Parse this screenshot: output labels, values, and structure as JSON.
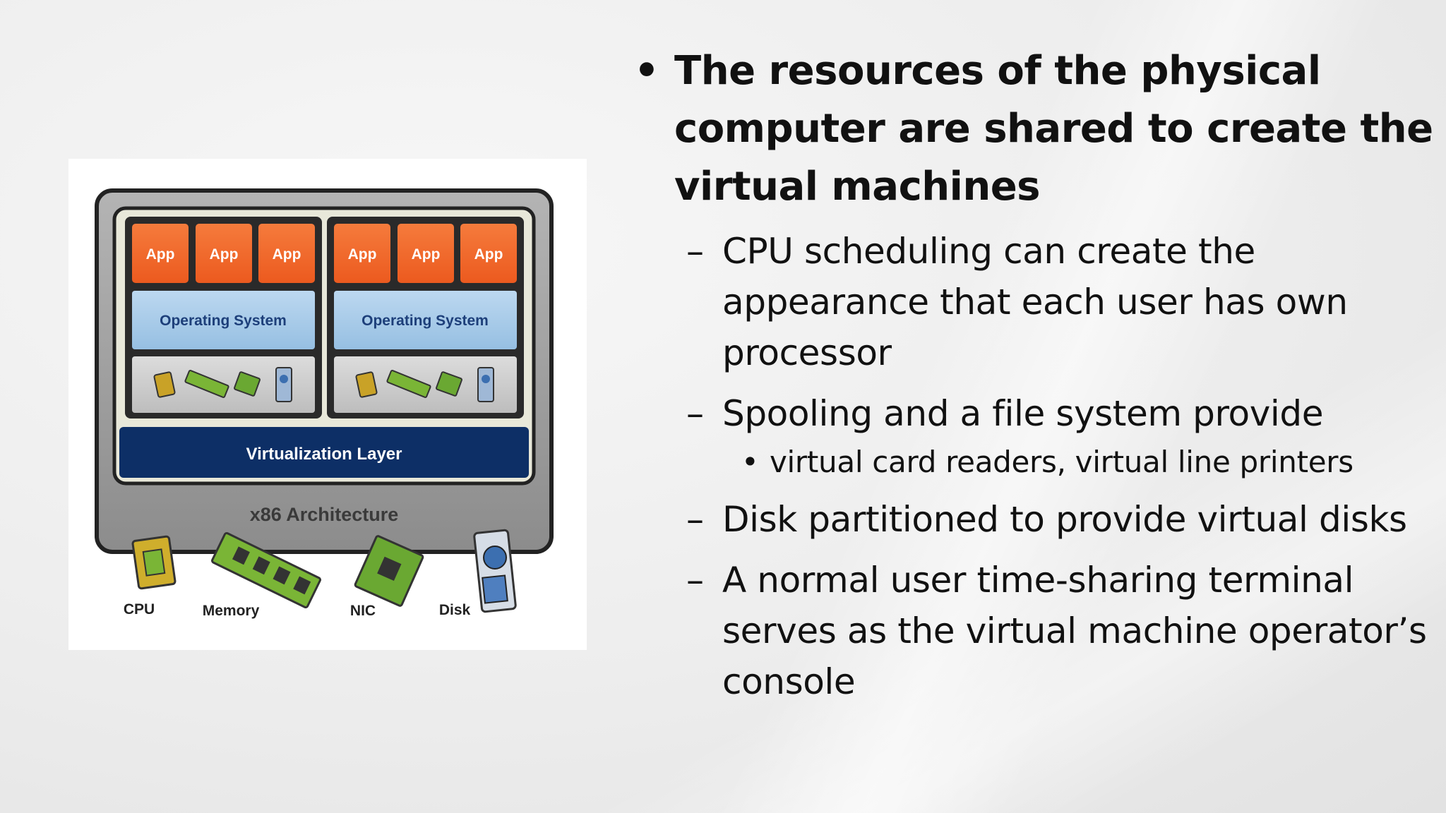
{
  "slide": {
    "bullets": [
      {
        "level": 1,
        "marker": "•",
        "text": "The resources of the physical computer are shared to create the virtual machines"
      },
      {
        "level": 2,
        "marker": "–",
        "text": "CPU scheduling can create the appearance that each user has own processor"
      },
      {
        "level": 2,
        "marker": "–",
        "text": "Spooling and a file system provide"
      },
      {
        "level": 3,
        "marker": "•",
        "text": "virtual card readers, virtual line printers"
      },
      {
        "level": 2,
        "marker": "–",
        "text": "Disk partitioned to provide virtual disks"
      },
      {
        "level": 2,
        "marker": "–",
        "text": "A normal user time-sharing terminal serves as the virtual machine operator’s console"
      }
    ]
  },
  "diagram": {
    "vm_left": {
      "apps": [
        "App",
        "App",
        "App"
      ],
      "os_label": "Operating System"
    },
    "vm_right": {
      "apps": [
        "App",
        "App",
        "App"
      ],
      "os_label": "Operating System"
    },
    "virtualization_layer": "Virtualization Layer",
    "architecture": "x86 Architecture",
    "hardware": [
      "CPU",
      "Memory",
      "NIC",
      "Disk"
    ],
    "colors": {
      "app": "#f26a2e",
      "os": "#a8cbe8",
      "virtualization": "#0d2f66",
      "chassis": "#9b9b9b",
      "hardware_green": "#7ab536"
    }
  }
}
